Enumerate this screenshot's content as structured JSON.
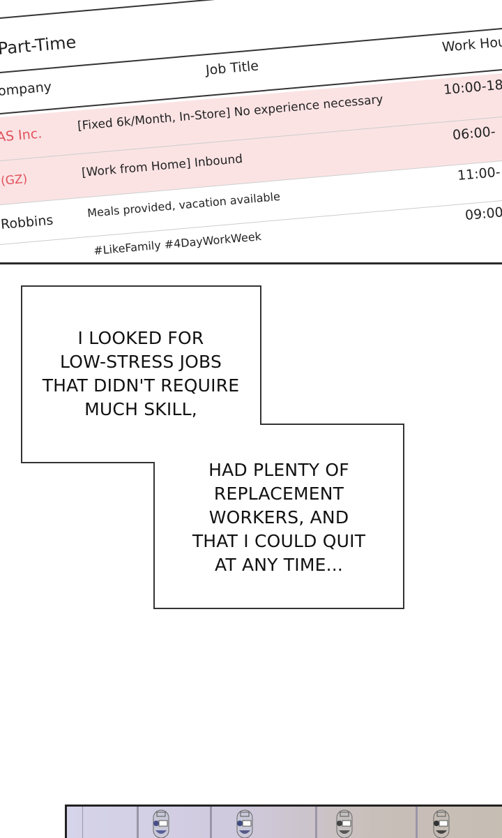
{
  "job_table": {
    "section_title": "Part-Time",
    "columns": {
      "company": "ompany",
      "job_title": "Job Title",
      "work_hours": "Work Hou"
    },
    "rows": [
      {
        "company": "AS Inc.",
        "title": "[Fixed 6k/Month, In-Store] No experience necessary",
        "hours": "10:00-18",
        "highlighted": true
      },
      {
        "company": "(GZ)",
        "title": "[Work from Home] Inbound",
        "hours": "06:00-",
        "highlighted": true
      },
      {
        "company": "",
        "title": "",
        "hours": "11:00-",
        "highlighted": false
      },
      {
        "company": "Robbins",
        "title": "Meals provided, vacation available",
        "hours": "09:00",
        "highlighted": false
      },
      {
        "company": "",
        "title": "#LikeFamily #4DayWorkWeek",
        "hours": "",
        "highlighted": false
      }
    ],
    "highlight_color": "#fbe3e4",
    "highlight_text_color": "#e0505a"
  },
  "captions": {
    "first": [
      "I LOOKED FOR",
      "LOW-STRESS JOBS",
      "THAT DIDN'T REQUIRE",
      "MUCH SKILL,"
    ],
    "second": [
      "HAD PLENTY OF",
      "REPLACEMENT",
      "WORKERS, AND",
      "THAT I COULD QUIT",
      "AT ANY TIME..."
    ]
  }
}
